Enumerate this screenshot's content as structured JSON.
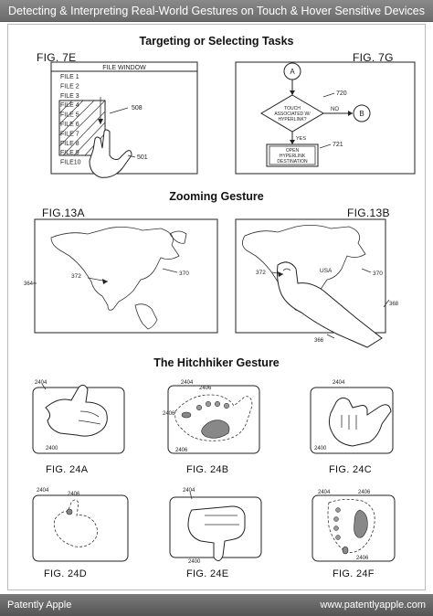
{
  "header": {
    "title": "Detecting & Interpreting Real-World Gestures on Touch & Hover Sensitive Devices"
  },
  "footer": {
    "left": "Patently Apple",
    "right": "www.patentlyapple.com"
  },
  "sections": {
    "targeting": "Targeting or Selecting Tasks",
    "zooming": "Zooming Gesture",
    "hitchhiker": "The Hitchhiker Gesture"
  },
  "fig7e": {
    "label": "FIG. 7E",
    "window_title": "FILE WINDOW",
    "files": [
      "FILE 1",
      "FILE 2",
      "FILE 3",
      "FILE 4",
      "FILE 5",
      "FILE 6",
      "FILE 7",
      "FILE 8",
      "FILE 9",
      "FILE10"
    ],
    "ref_508": "508",
    "ref_501": "501"
  },
  "fig7g": {
    "label": "FIG. 7G",
    "node_a": "A",
    "node_b": "B",
    "decision_line1": "TOUCH",
    "decision_line2": "ASSOCIATED W/",
    "decision_line3": "HYPERLINK?",
    "no": "NO",
    "yes": "YES",
    "action_line1": "OPEN",
    "action_line2": "HYPERLINK",
    "action_line3": "DESTINATION",
    "ref_720": "720",
    "ref_721": "721"
  },
  "fig13a": {
    "label": "FIG.13A",
    "ref_364": "364",
    "ref_372": "372",
    "ref_370": "370"
  },
  "fig13b": {
    "label": "FIG.13B",
    "ref_372": "372",
    "ref_370": "370",
    "ref_usa": "USA",
    "ref_368": "368",
    "ref_366": "366"
  },
  "fig24a": {
    "label": "FIG. 24A",
    "ref_top": "2404",
    "ref_bottom": "2400"
  },
  "fig24b": {
    "label": "FIG. 24B",
    "ref_top": "2404",
    "ref_top2": "2406",
    "ref_side": "2406",
    "ref_bottom": "2406"
  },
  "fig24c": {
    "label": "FIG. 24C",
    "ref_top": "2404",
    "ref_bottom": "2400"
  },
  "fig24d": {
    "label": "FIG. 24D",
    "ref_top": "2404",
    "ref_top2": "2406"
  },
  "fig24e": {
    "label": "FIG. 24E",
    "ref_top": "2404",
    "ref_bottom": "2400"
  },
  "fig24f": {
    "label": "FIG. 24F",
    "ref_top": "2404",
    "ref_top2": "2406",
    "ref_bottom": "2406"
  }
}
